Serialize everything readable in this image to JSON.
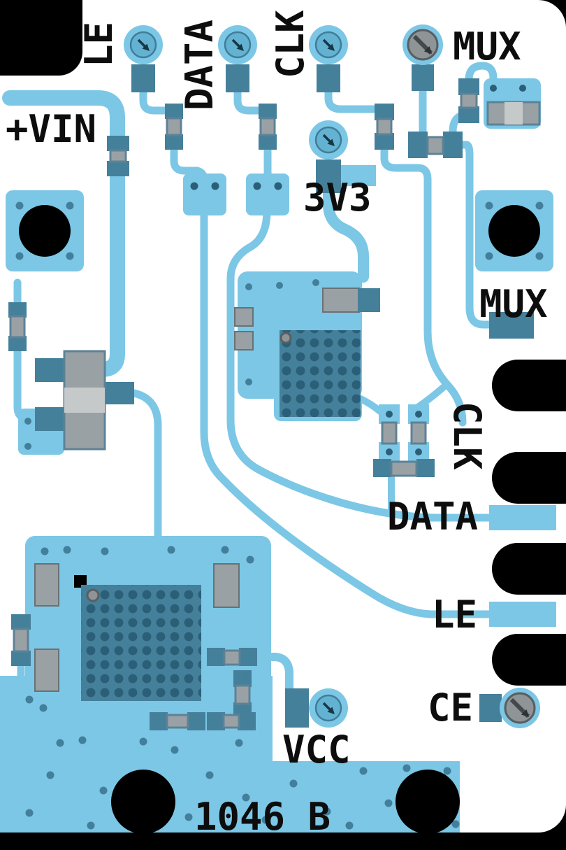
{
  "board": {
    "id_text": "1046 B",
    "kind": "pcb-layout-render"
  },
  "colors": {
    "board": "#ffffff",
    "background": "#000000",
    "copper": "#7cc7e5",
    "pad": "#45809b",
    "dot": "#417f9b",
    "drill": "#2b5f78",
    "body": "#9aa1a5",
    "bodyedge": "#5d8296",
    "bandlight": "#c6c9ca",
    "screw": "#8f9496",
    "ink": "#0d0d0d"
  },
  "icons": {
    "test_point_glyph": "diagonal-arrow-probe",
    "screw_glyph": "slotted-screw"
  },
  "labels": {
    "top_le": "LE",
    "top_data": "DATA",
    "top_clk": "CLK",
    "top_mux": "MUX",
    "left_vin": "+VIN",
    "mid_3v3": "3V3",
    "right_mux": "MUX",
    "right_clk": "CLK",
    "right_data": "DATA",
    "right_le": "LE",
    "right_ce": "CE",
    "bottom_vcc": "VCC",
    "board_id": "1046 B"
  }
}
